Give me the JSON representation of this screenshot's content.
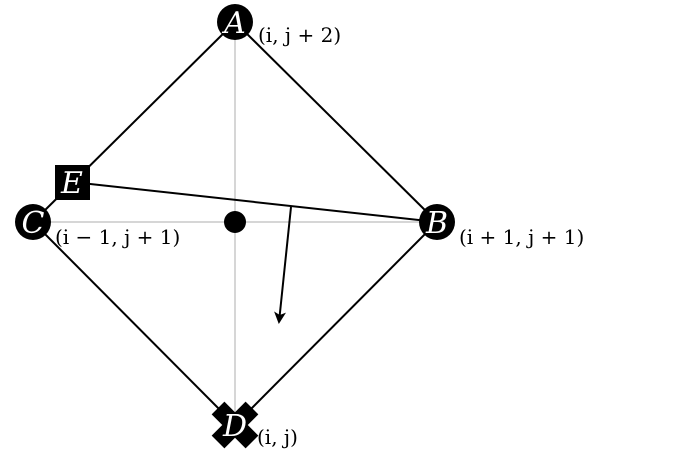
{
  "nodes": {
    "A": {
      "letter": "A",
      "coord": "(i, j + 2)",
      "marker": "circle"
    },
    "B": {
      "letter": "B",
      "coord": "(i + 1, j + 1)",
      "marker": "circle"
    },
    "C": {
      "letter": "C",
      "coord": "(i − 1, j + 1)",
      "marker": "circle"
    },
    "D": {
      "letter": "D",
      "coord": "(i, j)",
      "marker": "cross"
    },
    "E": {
      "letter": "E",
      "coord": "",
      "marker": "square"
    }
  },
  "colors": {
    "ink": "#000000",
    "axis": "#c8c8c8",
    "background": "#ffffff"
  },
  "icons": {
    "center": "filled-dot-icon",
    "normal": "arrow-icon"
  }
}
